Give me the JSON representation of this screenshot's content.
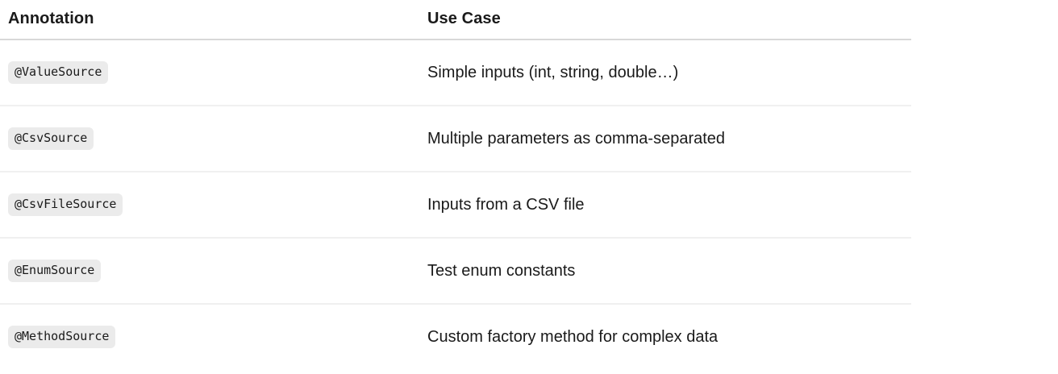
{
  "table": {
    "columns": [
      {
        "key": "annotation",
        "label": "Annotation"
      },
      {
        "key": "use_case",
        "label": "Use Case"
      }
    ],
    "rows": [
      {
        "annotation": "@ValueSource",
        "use_case": "Simple inputs (int, string, double…)"
      },
      {
        "annotation": "@CsvSource",
        "use_case": "Multiple parameters as comma-separated"
      },
      {
        "annotation": "@CsvFileSource",
        "use_case": "Inputs from a CSV file"
      },
      {
        "annotation": "@EnumSource",
        "use_case": "Test enum constants"
      },
      {
        "annotation": "@MethodSource",
        "use_case": "Custom factory method for complex data"
      }
    ]
  },
  "colors": {
    "text": "#1a1a1a",
    "chip_background": "#ebebeb",
    "header_rule": "#d8d8d8",
    "row_rule": "#f0f0f0",
    "page_background": "#ffffff"
  }
}
